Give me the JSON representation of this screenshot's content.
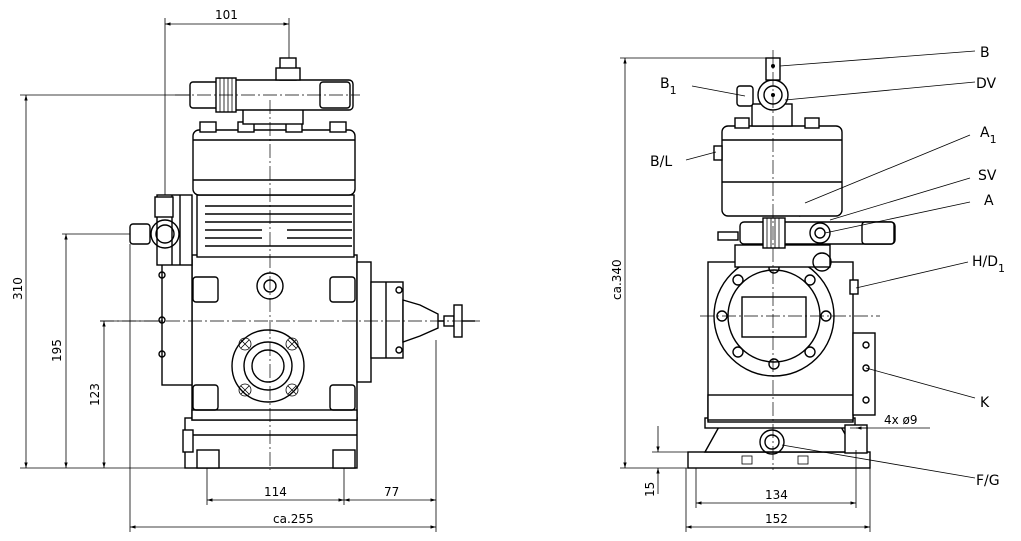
{
  "left_view": {
    "dims": {
      "top_width": "101",
      "height_total": "310",
      "height_mid": "195",
      "height_low": "123",
      "base_width": "114",
      "side_width": "77",
      "overall_width": "ca.255"
    }
  },
  "right_view": {
    "dims": {
      "height_total": "ca.340",
      "base_height": "15",
      "hole_spacing": "134",
      "base_width": "152",
      "holes": "4x ø9"
    },
    "labels": {
      "b": "B",
      "b1_main": "B",
      "b1_sub": "1",
      "dv": "DV",
      "a1_main": "A",
      "a1_sub": "1",
      "bl": "B/L",
      "sv": "SV",
      "a": "A",
      "hd_main": "H/D",
      "hd_sub": "1",
      "k": "K",
      "fg": "F/G"
    }
  }
}
